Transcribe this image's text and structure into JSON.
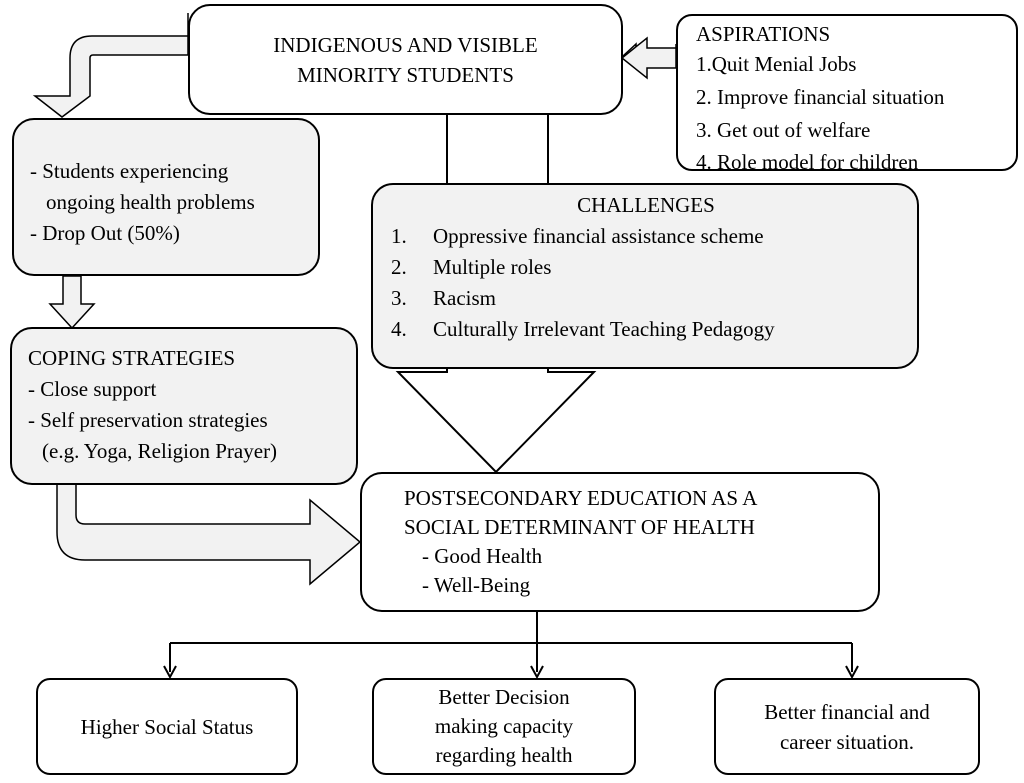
{
  "students": {
    "line1": "INDIGENOUS AND VISIBLE",
    "line2": "MINORITY STUDENTS"
  },
  "aspirations": {
    "title": "ASPIRATIONS",
    "items": [
      "1.Quit Menial Jobs",
      "2. Improve financial situation",
      "3. Get out of welfare",
      "4. Role model for children"
    ]
  },
  "health": {
    "items": [
      "- Students  experiencing",
      "ongoing health problems",
      "- Drop Out (50%)"
    ]
  },
  "challenges": {
    "title": "CHALLENGES",
    "items": [
      {
        "num": "1.",
        "text": "Oppressive financial assistance scheme"
      },
      {
        "num": "2.",
        "text": "Multiple roles"
      },
      {
        "num": "3.",
        "text": "Racism"
      },
      {
        "num": "4.",
        "text": "Culturally Irrelevant Teaching Pedagogy"
      }
    ]
  },
  "coping": {
    "title": "COPING STRATEGIES",
    "items": [
      "- Close support",
      "- Self preservation strategies",
      "(e.g. Yoga, Religion Prayer)"
    ]
  },
  "postsecondary": {
    "line1": "POSTSECONDARY EDUCATION AS A",
    "line2": "SOCIAL DETERMINANT  OF HEALTH",
    "items": [
      "- Good Health",
      "- Well-Being"
    ]
  },
  "outcomes": {
    "status": {
      "line1": "Higher Social Status"
    },
    "decision": {
      "line1": "Better Decision",
      "line2": "making capacity",
      "line3": "regarding health"
    },
    "financial": {
      "line1": "Better financial and",
      "line2": "career situation."
    }
  }
}
